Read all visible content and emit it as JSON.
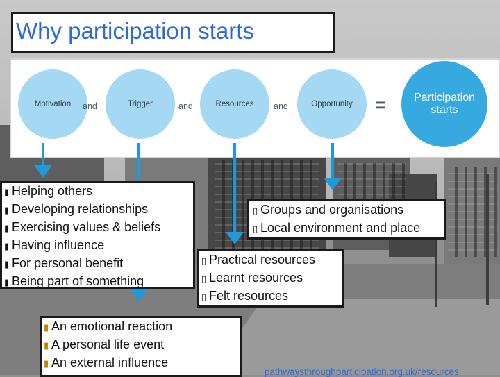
{
  "title": "Why participation starts",
  "diagram": {
    "circles": [
      "Motivation",
      "Trigger",
      "Resources",
      "Opportunity"
    ],
    "connector": "and",
    "equals": "=",
    "result_line1": "Participation",
    "result_line2": "starts"
  },
  "motivation_list": [
    "Helping others",
    "Developing relationships",
    "Exercising values & beliefs",
    "Having influence",
    "For personal benefit",
    "Being part of something"
  ],
  "trigger_list": [
    "An emotional reaction",
    "A personal life event",
    "An external influence"
  ],
  "resources_list": [
    "Practical resources",
    "Learnt resources",
    "Felt resources"
  ],
  "opportunity_list": [
    "Groups and organisations",
    "Local environment and place"
  ],
  "footer_url": "pathwaysthroughparticipation.org.uk/resources",
  "colors": {
    "title": "#2e6bd6",
    "circle": "#a4d8f3",
    "result_circle": "#36a9e1",
    "arrow": "#1f9ad8"
  }
}
